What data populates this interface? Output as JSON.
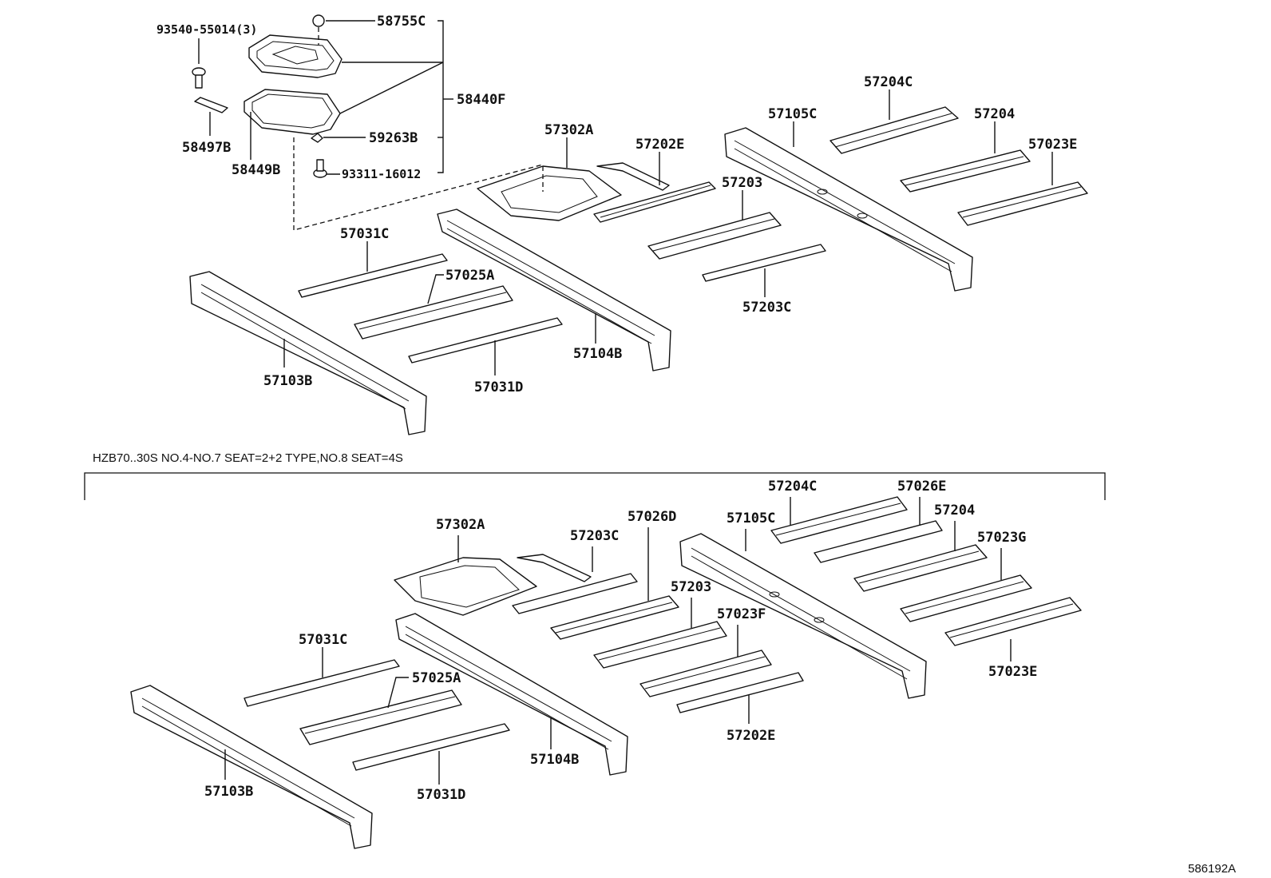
{
  "top_section": {
    "labels": {
      "p93540": "93540-55014(3)",
      "p58755C": "58755C",
      "p58440F": "58440F",
      "p58497B": "58497B",
      "p58449B": "58449B",
      "p59263B": "59263B",
      "p93311": "93311-16012",
      "p57302A": "57302A",
      "p57202E": "57202E",
      "p57105C": "57105C",
      "p57204C": "57204C",
      "p57204": "57204",
      "p57023E": "57023E",
      "p57203": "57203",
      "p57203C": "57203C",
      "p57031C": "57031C",
      "p57025A": "57025A",
      "p57031D": "57031D",
      "p57104B": "57104B",
      "p57103B": "57103B"
    }
  },
  "variant_note": "HZB70..30S  NO.4-NO.7 SEAT=2+2 TYPE,NO.8 SEAT=4S",
  "bottom_section": {
    "labels": {
      "p57302A": "57302A",
      "p57203C": "57203C",
      "p57026D": "57026D",
      "p57105C": "57105C",
      "p57204C": "57204C",
      "p57026E": "57026E",
      "p57204": "57204",
      "p57023G": "57023G",
      "p57203": "57203",
      "p57023F": "57023F",
      "p57023E": "57023E",
      "p57202E": "57202E",
      "p57031C": "57031C",
      "p57025A": "57025A",
      "p57031D": "57031D",
      "p57104B": "57104B",
      "p57103B": "57103B"
    }
  },
  "figure_id": "586192A"
}
